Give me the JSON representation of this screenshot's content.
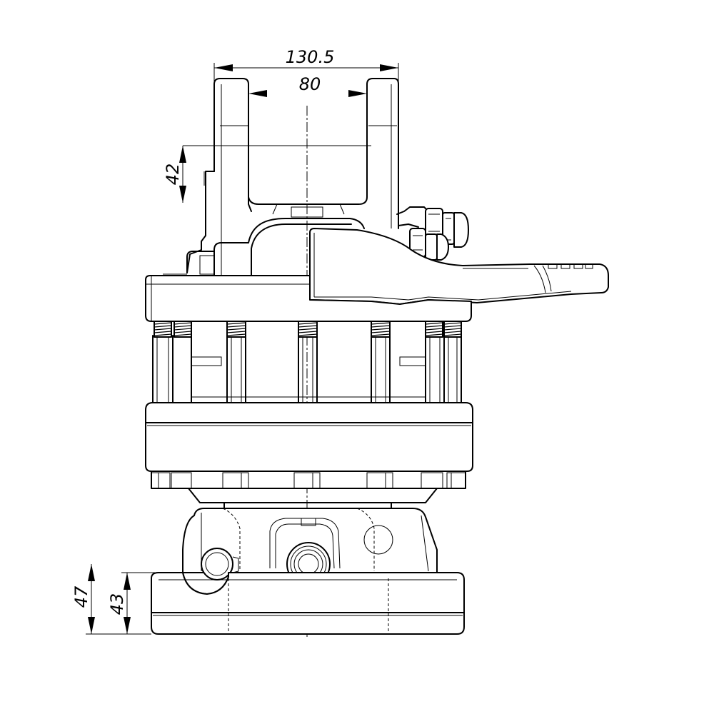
{
  "drawing": {
    "subject": "",
    "view": ""
  },
  "dimensions": {
    "top_outer_width": "130.5",
    "top_inner_width": "80",
    "pin_height": "42",
    "base_height_outer": "47",
    "base_height_inner": "43"
  }
}
